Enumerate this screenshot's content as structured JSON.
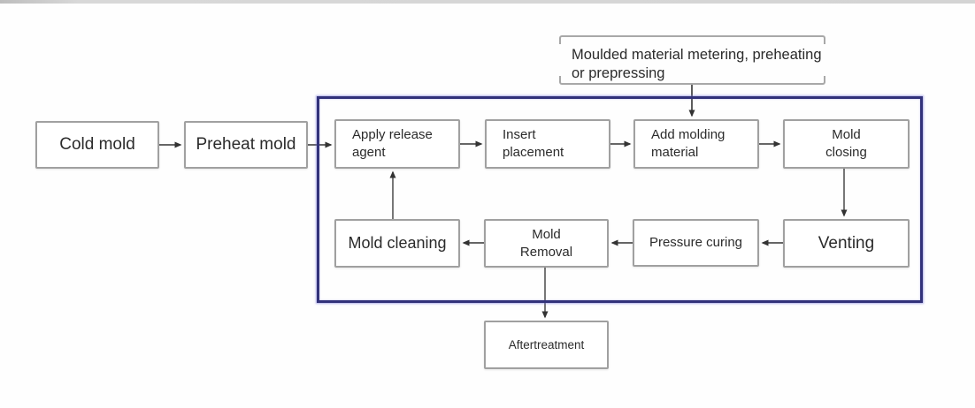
{
  "diagram": {
    "bracket_note": {
      "label": "Moulded material metering, preheating\nor prepressing"
    },
    "nodes": {
      "cold_mold": {
        "label": "Cold mold"
      },
      "preheat_mold": {
        "label": "Preheat mold"
      },
      "apply_release_agent": {
        "label": "Apply release\nagent"
      },
      "insert_placement": {
        "label": "Insert\nplacement"
      },
      "add_molding_material": {
        "label": "Add molding\nmaterial"
      },
      "mold_closing": {
        "label": "Mold\nclosing"
      },
      "venting": {
        "label": "Venting"
      },
      "pressure_curing": {
        "label": "Pressure curing"
      },
      "mold_removal": {
        "label": "Mold\nRemoval"
      },
      "mold_cleaning": {
        "label": "Mold cleaning"
      },
      "aftertreatment": {
        "label": "Aftertreatment"
      }
    },
    "edges": [
      {
        "from": "cold_mold",
        "to": "preheat_mold"
      },
      {
        "from": "preheat_mold",
        "to": "apply_release_agent"
      },
      {
        "from": "apply_release_agent",
        "to": "insert_placement"
      },
      {
        "from": "insert_placement",
        "to": "add_molding_material"
      },
      {
        "from": "add_molding_material",
        "to": "mold_closing"
      },
      {
        "from": "mold_closing",
        "to": "venting"
      },
      {
        "from": "venting",
        "to": "pressure_curing"
      },
      {
        "from": "pressure_curing",
        "to": "mold_removal"
      },
      {
        "from": "mold_removal",
        "to": "mold_cleaning"
      },
      {
        "from": "mold_cleaning",
        "to": "apply_release_agent"
      },
      {
        "from": "mold_removal",
        "to": "aftertreatment"
      },
      {
        "from": "bracket_note",
        "to": "add_molding_material"
      }
    ],
    "colors": {
      "container_border": "#32327a",
      "container_glow": "#8080d0",
      "node_border": "#a0a0a0",
      "text": "#2b2b2b",
      "arrow": "#333333",
      "bracket_line": "#a8a8a8"
    }
  }
}
